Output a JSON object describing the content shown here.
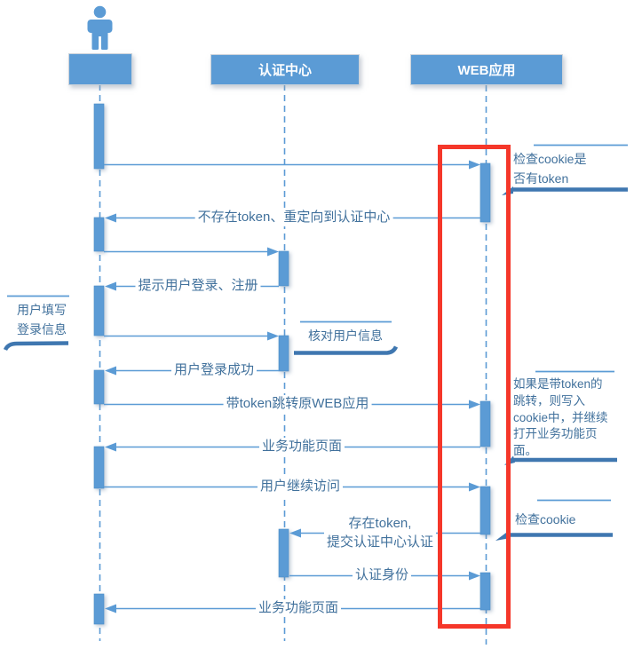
{
  "participants": {
    "user": {
      "label": ""
    },
    "auth": {
      "label": "认证中心"
    },
    "web": {
      "label": "WEB应用"
    }
  },
  "messages": {
    "redirect": "不存在token、重定向到认证中心",
    "prompt_login": "提示用户登录、注册",
    "login_success": "用户登录成功",
    "jump_with_token": "带token跳转原WEB应用",
    "business_page_1": "业务功能页面",
    "user_continue": "用户继续访问",
    "token_exists": [
      "存在token,",
      "提交认证中心认证"
    ],
    "auth_identity": "认证身份",
    "business_page_2": "业务功能页面"
  },
  "notes": {
    "user_fill": [
      "用户填写",
      "登录信息"
    ],
    "verify_user": "核对用户信息",
    "check_cookie_token": [
      "检查cookie是",
      "否有token"
    ],
    "token_jump": [
      "如果是带token的",
      "跳转，则写入",
      "cookie中，并继续",
      "打开业务功能页",
      "面。"
    ],
    "check_cookie": "检查cookie"
  },
  "colors": {
    "accent": "#5b9bd5",
    "text": "#41719c",
    "thick_line": "#3f77b0",
    "highlight": "#f5372a",
    "header_text": "#ffffff"
  }
}
